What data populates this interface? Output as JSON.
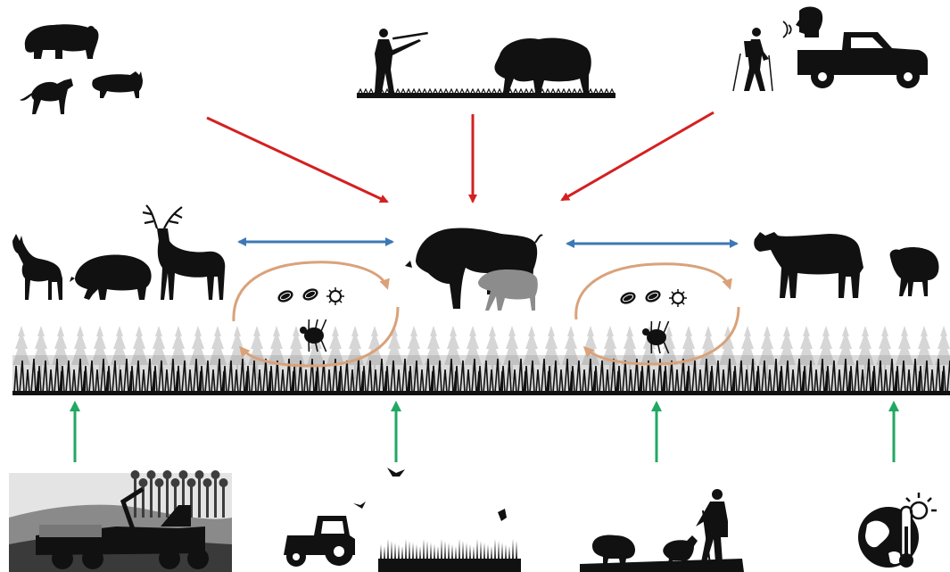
{
  "diagram": {
    "colors": {
      "pressure": "#d42020",
      "competition": "#3c78b5",
      "parasite_cycle": "#d9a27a",
      "driver": "#21a862",
      "silhouette": "#111111",
      "calf": "#8c8c8c",
      "forest": "#c8c8c8",
      "ground": "#111111"
    },
    "top_row": [
      {
        "id": "predators",
        "items": [
          "bear-icon",
          "wolf-icon",
          "lynx-icon"
        ]
      },
      {
        "id": "hunting",
        "items": [
          "hunter-icon",
          "bison-icon"
        ]
      },
      {
        "id": "human-disturbance",
        "items": [
          "hiker-icon",
          "speaking-head-icon",
          "pickup-truck-icon"
        ]
      }
    ],
    "middle_row": [
      {
        "id": "wild-ungulates",
        "items": [
          "roe-deer-icon",
          "wild-boar-icon",
          "red-deer-icon"
        ]
      },
      {
        "id": "focal-species",
        "items": [
          "bison-icon",
          "bison-calf-icon"
        ]
      },
      {
        "id": "livestock",
        "items": [
          "cow-icon",
          "sheep-icon"
        ]
      }
    ],
    "parasites": [
      "parasite-icon",
      "parasite-icon",
      "virus-icon",
      "tick-icon"
    ],
    "bottom_row": [
      {
        "id": "forestry",
        "items": [
          "forest-harvester-icon"
        ]
      },
      {
        "id": "agriculture",
        "items": [
          "tractor-icon",
          "crop-field-icon",
          "bird-icon"
        ]
      },
      {
        "id": "pastoralism",
        "items": [
          "shepherd-icon",
          "sheep-icon",
          "dog-icon"
        ]
      },
      {
        "id": "climate-change",
        "items": [
          "globe-thermometer-icon"
        ]
      }
    ]
  }
}
